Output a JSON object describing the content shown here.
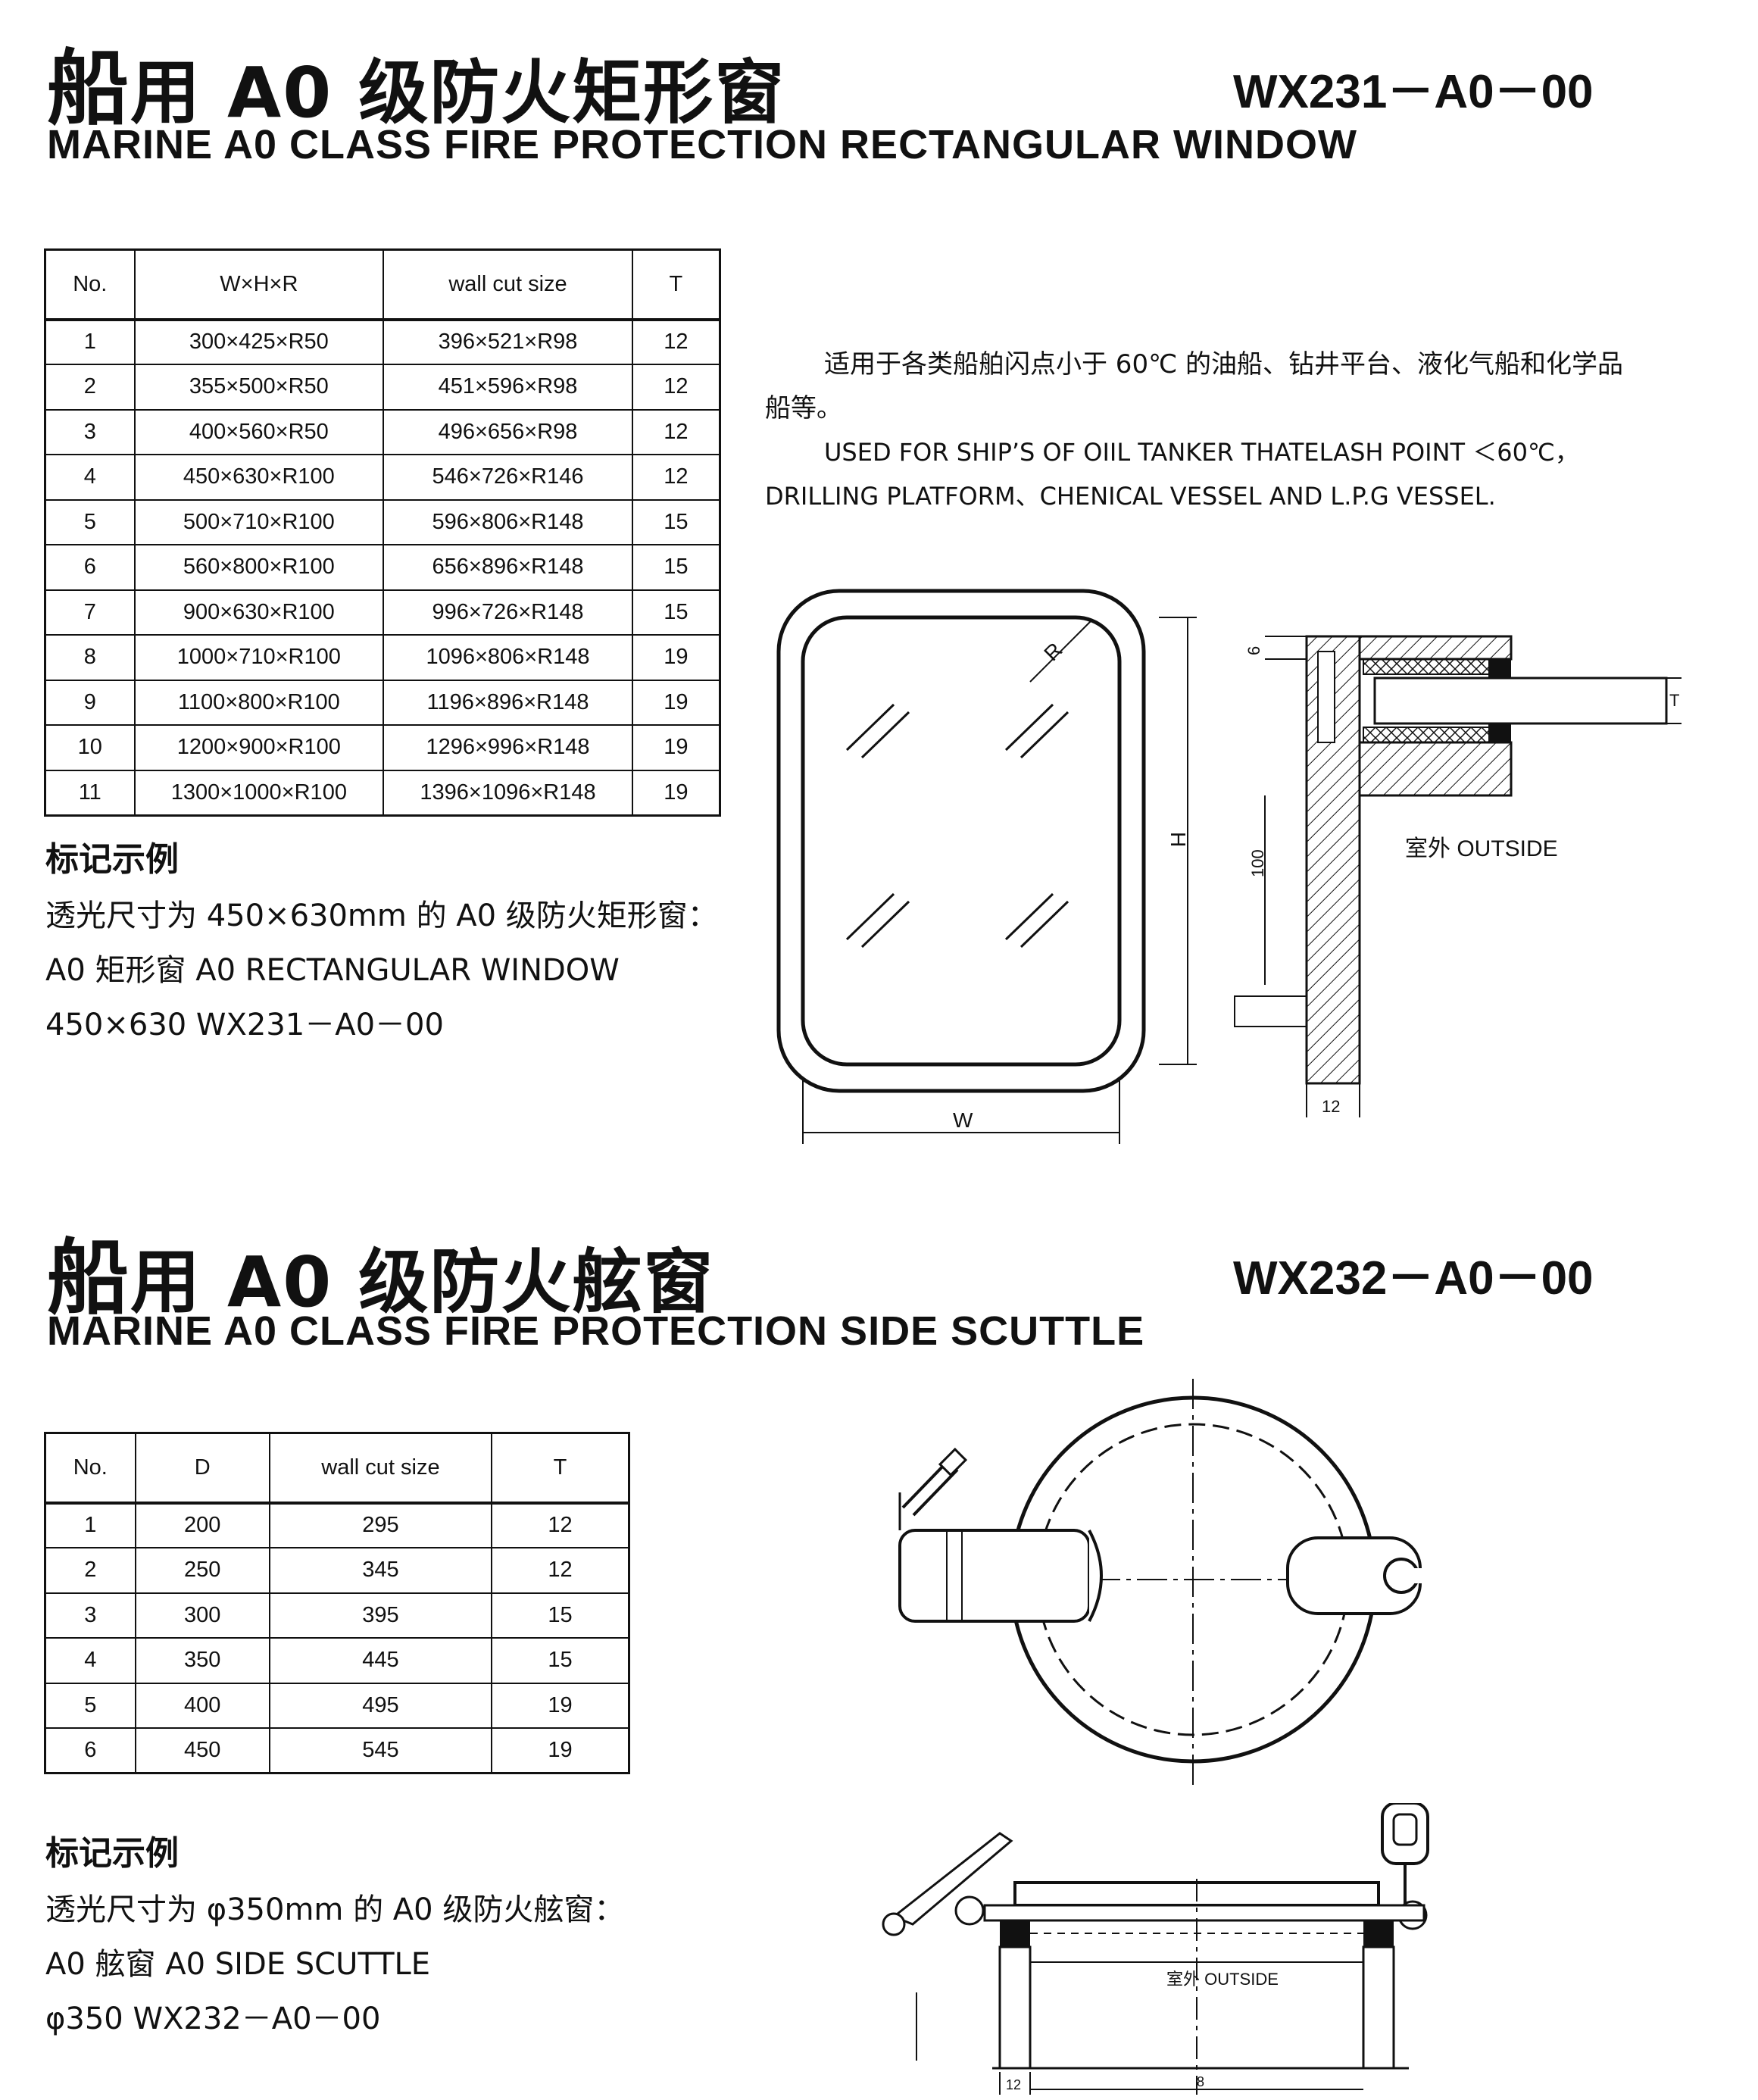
{
  "section1": {
    "title_cn_first": "船",
    "title_cn_rest": "用 A0 级防火矩形窗",
    "code": "WX231－A0－00",
    "title_en": "MARINE A0 CLASS FIRE PROTECTION RECTANGULAR WINDOW",
    "table": {
      "headers": [
        "No.",
        "W×H×R",
        "wall cut size",
        "T"
      ],
      "rows": [
        [
          "1",
          "300×425×R50",
          "396×521×R98",
          "12"
        ],
        [
          "2",
          "355×500×R50",
          "451×596×R98",
          "12"
        ],
        [
          "3",
          "400×560×R50",
          "496×656×R98",
          "12"
        ],
        [
          "4",
          "450×630×R100",
          "546×726×R146",
          "12"
        ],
        [
          "5",
          "500×710×R100",
          "596×806×R148",
          "15"
        ],
        [
          "6",
          "560×800×R100",
          "656×896×R148",
          "15"
        ],
        [
          "7",
          "900×630×R100",
          "996×726×R148",
          "15"
        ],
        [
          "8",
          "1000×710×R100",
          "1096×806×R148",
          "19"
        ],
        [
          "9",
          "1100×800×R100",
          "1196×896×R148",
          "19"
        ],
        [
          "10",
          "1200×900×R100",
          "1296×996×R148",
          "19"
        ],
        [
          "11",
          "1300×1000×R100",
          "1396×1096×R148",
          "19"
        ]
      ]
    },
    "description": {
      "cn_line1": "适用于各类船舶闪点小于 60℃ 的油船、钻井平台、液化气船和化学品",
      "cn_line2": "船等。",
      "en_line1": "USED FOR SHIP’S OF OIIL TANKER THATELASH POINT ＜60℃，",
      "en_line2": "DRILLING PLATFORM、CHENICAL VESSEL AND L.P.G VESSEL."
    },
    "marking": {
      "title": "标记示例",
      "line1": "透光尺寸为 450×630mm 的 A0 级防火矩形窗：",
      "line2": "A0 矩形窗 A0 RECTANGULAR WINDOW",
      "line3": "450×630 WX231－A0－00"
    },
    "drawing_labels": {
      "w": "W",
      "h": "H",
      "r": "R",
      "dim_6": "6",
      "dim_100": "100",
      "dim_12": "12",
      "t": "T",
      "outside": "室外 OUTSIDE"
    }
  },
  "section2": {
    "title_cn_first": "船",
    "title_cn_rest": "用 A0 级防火舷窗",
    "code": "WX232－A0－00",
    "title_en": "MARINE A0 CLASS FIRE PROTECTION SIDE SCUTTLE",
    "table": {
      "headers": [
        "No.",
        "D",
        "wall cut size",
        "T"
      ],
      "rows": [
        [
          "1",
          "200",
          "295",
          "12"
        ],
        [
          "2",
          "250",
          "345",
          "12"
        ],
        [
          "3",
          "300",
          "395",
          "15"
        ],
        [
          "4",
          "350",
          "445",
          "15"
        ],
        [
          "5",
          "400",
          "495",
          "19"
        ],
        [
          "6",
          "450",
          "545",
          "19"
        ]
      ]
    },
    "marking": {
      "title": "标记示例",
      "line1": "透光尺寸为 φ350mm 的 A0 级防火舷窗：",
      "line2": "A0 舷窗 A0 SIDE SCUTTLE",
      "line3": "φ350 WX232－A0－00"
    },
    "drawing_labels": {
      "outside": "室外 OUTSIDE",
      "dim_12": "12",
      "dim_8": "8"
    }
  }
}
